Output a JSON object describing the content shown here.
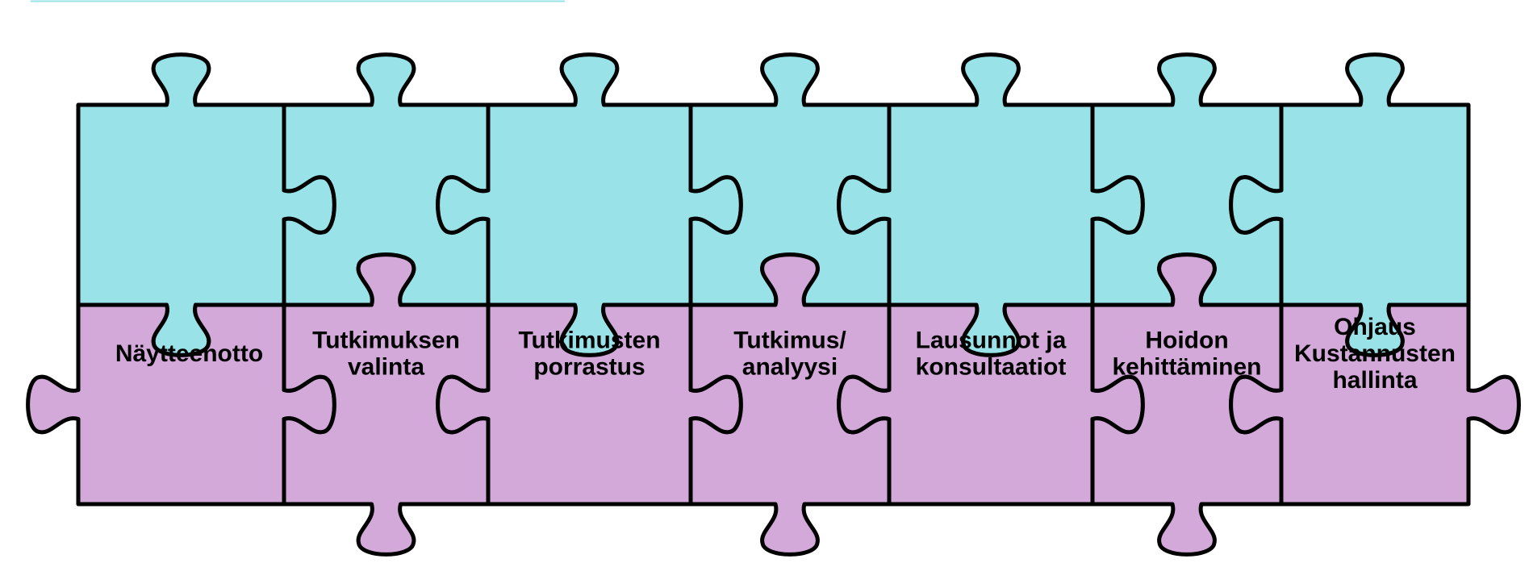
{
  "colors": {
    "top_row": "#99e3e8",
    "bottom_row": "#d2a9d8",
    "outline": "#000000",
    "background": "#ffffff"
  },
  "pieces": [
    {
      "lines": [
        "Näytteenotto"
      ]
    },
    {
      "lines": [
        "Tutkimuksen",
        "valinta"
      ]
    },
    {
      "lines": [
        "Tutkimusten",
        "porrastus"
      ]
    },
    {
      "lines": [
        "Tutkimus/",
        "analyysi"
      ]
    },
    {
      "lines": [
        "Lausunnot ja",
        "konsultaatiot"
      ]
    },
    {
      "lines": [
        "Hoidon",
        "kehittäminen"
      ]
    },
    {
      "lines": [
        "Ohjaus",
        "Kustannusten",
        "hallinta"
      ]
    }
  ]
}
